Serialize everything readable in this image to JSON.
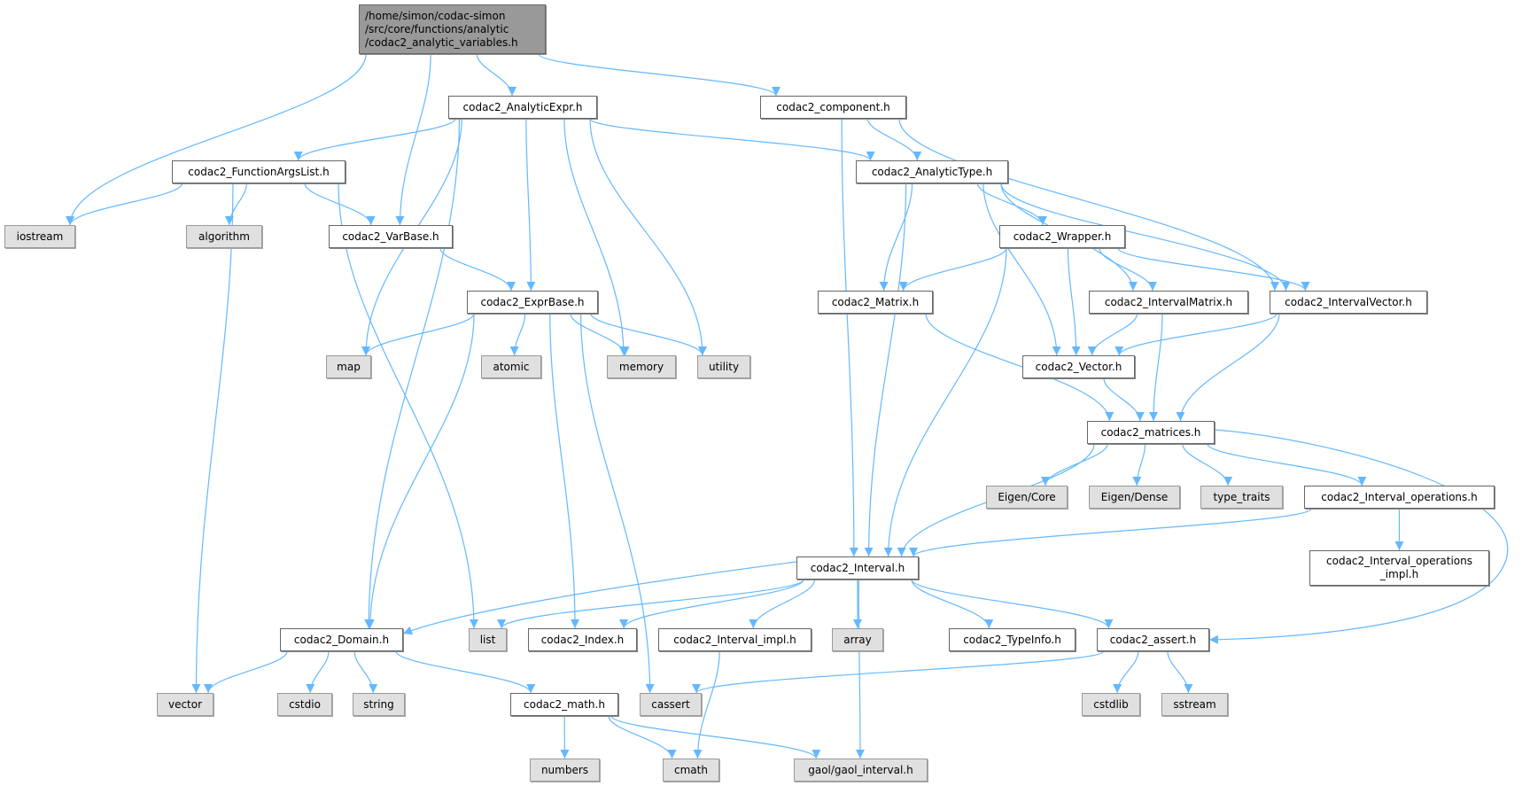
{
  "graph": {
    "root": "/home/simon/codac-simon\n/src/core/functions/analytic\n/codac2_analytic_variables.h",
    "nodes": {
      "analyticexpr": "codac2_AnalyticExpr.h",
      "component": "codac2_component.h",
      "functionargslist": "codac2_FunctionArgsList.h",
      "analytictype": "codac2_AnalyticType.h",
      "iostream": "iostream",
      "algorithm": "algorithm",
      "varbase": "codac2_VarBase.h",
      "wrapper": "codac2_Wrapper.h",
      "exprbase": "codac2_ExprBase.h",
      "matrix": "codac2_Matrix.h",
      "intervalmatrix": "codac2_IntervalMatrix.h",
      "intervalvector": "codac2_IntervalVector.h",
      "map": "map",
      "atomic": "atomic",
      "memory": "memory",
      "utility": "utility",
      "vector_h": "codac2_Vector.h",
      "matrices": "codac2_matrices.h",
      "eigencore": "Eigen/Core",
      "eigendense": "Eigen/Dense",
      "typetraits": "type_traits",
      "intervalops": "codac2_Interval_operations.h",
      "intervalopsimpl": "codac2_Interval_operations\n_impl.h",
      "interval": "codac2_Interval.h",
      "domain": "codac2_Domain.h",
      "list": "list",
      "index": "codac2_Index.h",
      "intervalimpl": "codac2_Interval_impl.h",
      "array": "array",
      "typeinfo": "codac2_TypeInfo.h",
      "assert": "codac2_assert.h",
      "vector": "vector",
      "cstdio": "cstdio",
      "string": "string",
      "math": "codac2_math.h",
      "cassert": "cassert",
      "cstdlib": "cstdlib",
      "sstream": "sstream",
      "numbers": "numbers",
      "cmath": "cmath",
      "gaol": "gaol/gaol_interval.h"
    },
    "edges": [
      [
        "root",
        "iostream"
      ],
      [
        "root",
        "varbase"
      ],
      [
        "root",
        "analyticexpr"
      ],
      [
        "root",
        "component"
      ],
      [
        "analyticexpr",
        "domain"
      ],
      [
        "analyticexpr",
        "functionargslist"
      ],
      [
        "analyticexpr",
        "map"
      ],
      [
        "analyticexpr",
        "exprbase"
      ],
      [
        "analyticexpr",
        "memory"
      ],
      [
        "analyticexpr",
        "utility"
      ],
      [
        "analyticexpr",
        "analytictype"
      ],
      [
        "functionargslist",
        "iostream"
      ],
      [
        "functionargslist",
        "algorithm"
      ],
      [
        "functionargslist",
        "varbase"
      ],
      [
        "functionargslist",
        "vector"
      ],
      [
        "functionargslist",
        "list"
      ],
      [
        "varbase",
        "exprbase"
      ],
      [
        "exprbase",
        "map"
      ],
      [
        "exprbase",
        "atomic"
      ],
      [
        "exprbase",
        "memory"
      ],
      [
        "exprbase",
        "utility"
      ],
      [
        "exprbase",
        "domain"
      ],
      [
        "exprbase",
        "index"
      ],
      [
        "exprbase",
        "cassert"
      ],
      [
        "component",
        "analytictype"
      ],
      [
        "component",
        "interval"
      ],
      [
        "component",
        "intervalvector"
      ],
      [
        "analytictype",
        "interval"
      ],
      [
        "analytictype",
        "matrix"
      ],
      [
        "analytictype",
        "vector_h"
      ],
      [
        "analytictype",
        "wrapper"
      ],
      [
        "analytictype",
        "intervalvector"
      ],
      [
        "analytictype",
        "intervalmatrix"
      ],
      [
        "wrapper",
        "matrix"
      ],
      [
        "wrapper",
        "interval"
      ],
      [
        "wrapper",
        "vector_h"
      ],
      [
        "wrapper",
        "intervalmatrix"
      ],
      [
        "wrapper",
        "intervalvector"
      ],
      [
        "matrix",
        "matrices"
      ],
      [
        "intervalmatrix",
        "vector_h"
      ],
      [
        "intervalmatrix",
        "matrices"
      ],
      [
        "intervalvector",
        "vector_h"
      ],
      [
        "intervalvector",
        "matrices"
      ],
      [
        "vector_h",
        "matrices"
      ],
      [
        "matrices",
        "interval"
      ],
      [
        "matrices",
        "eigencore"
      ],
      [
        "matrices",
        "eigendense"
      ],
      [
        "matrices",
        "typetraits"
      ],
      [
        "matrices",
        "intervalops"
      ],
      [
        "matrices",
        "assert"
      ],
      [
        "intervalops",
        "interval"
      ],
      [
        "intervalops",
        "intervalopsimpl"
      ],
      [
        "interval",
        "domain"
      ],
      [
        "interval",
        "list"
      ],
      [
        "interval",
        "index"
      ],
      [
        "interval",
        "intervalimpl"
      ],
      [
        "interval",
        "array"
      ],
      [
        "interval",
        "gaol"
      ],
      [
        "interval",
        "typeinfo"
      ],
      [
        "interval",
        "assert"
      ],
      [
        "intervalimpl",
        "cmath"
      ],
      [
        "domain",
        "vector"
      ],
      [
        "domain",
        "cstdio"
      ],
      [
        "domain",
        "string"
      ],
      [
        "domain",
        "math"
      ],
      [
        "math",
        "numbers"
      ],
      [
        "math",
        "cmath"
      ],
      [
        "math",
        "gaol"
      ],
      [
        "assert",
        "cassert"
      ],
      [
        "assert",
        "cstdlib"
      ],
      [
        "assert",
        "sstream"
      ]
    ]
  },
  "colors": {
    "edge": "#63b8ff",
    "root_fill": "#999999",
    "system_fill": "#e0e0e0"
  }
}
